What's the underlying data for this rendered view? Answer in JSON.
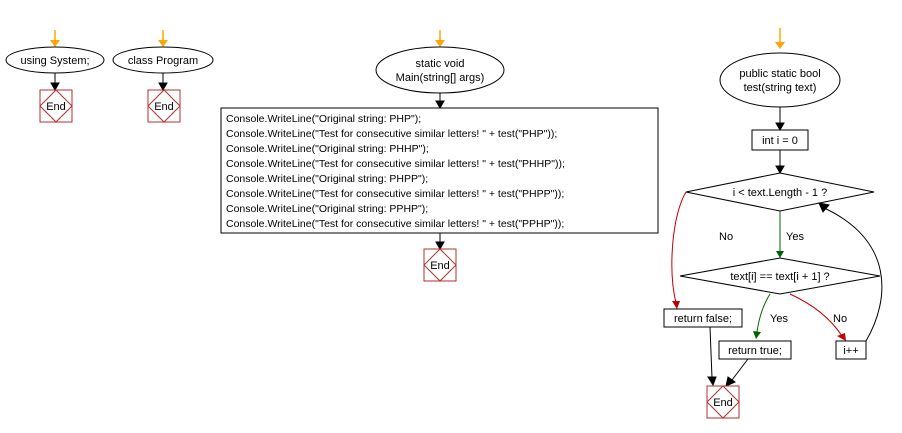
{
  "colors": {
    "start_arrow": "#ffa500",
    "edge": "#000000",
    "yes": "#006400",
    "no": "#c00000",
    "end_border": "#b03030",
    "end_fill": "#ffffff"
  },
  "flows": {
    "using": {
      "label": "using System;",
      "end": "End"
    },
    "class": {
      "label": "class Program",
      "end": "End"
    },
    "main": {
      "label_line1": "static void",
      "label_line2": "Main(string[] args)",
      "code": [
        "Console.WriteLine(\"Original string: PHP\");",
        "Console.WriteLine(\"Test for consecutive similar letters! \" + test(\"PHP\"));",
        "Console.WriteLine(\"Original string: PHHP\");",
        "Console.WriteLine(\"Test for consecutive similar letters! \" + test(\"PHHP\"));",
        "Console.WriteLine(\"Original string: PHPP\");",
        "Console.WriteLine(\"Test for consecutive similar letters! \" + test(\"PHPP\"));",
        "Console.WriteLine(\"Original string: PPHP\");",
        "Console.WriteLine(\"Test for consecutive similar letters! \" + test(\"PPHP\"));"
      ],
      "end": "End"
    },
    "test": {
      "label_line1": "public static bool",
      "label_line2": "test(string text)",
      "init": "int i = 0",
      "cond1": "i < text.Length - 1 ?",
      "cond2": "text[i] == text[i + 1] ?",
      "return_false": "return false;",
      "return_true": "return true;",
      "increment": "i++",
      "yes": "Yes",
      "no": "No",
      "end": "End"
    }
  }
}
